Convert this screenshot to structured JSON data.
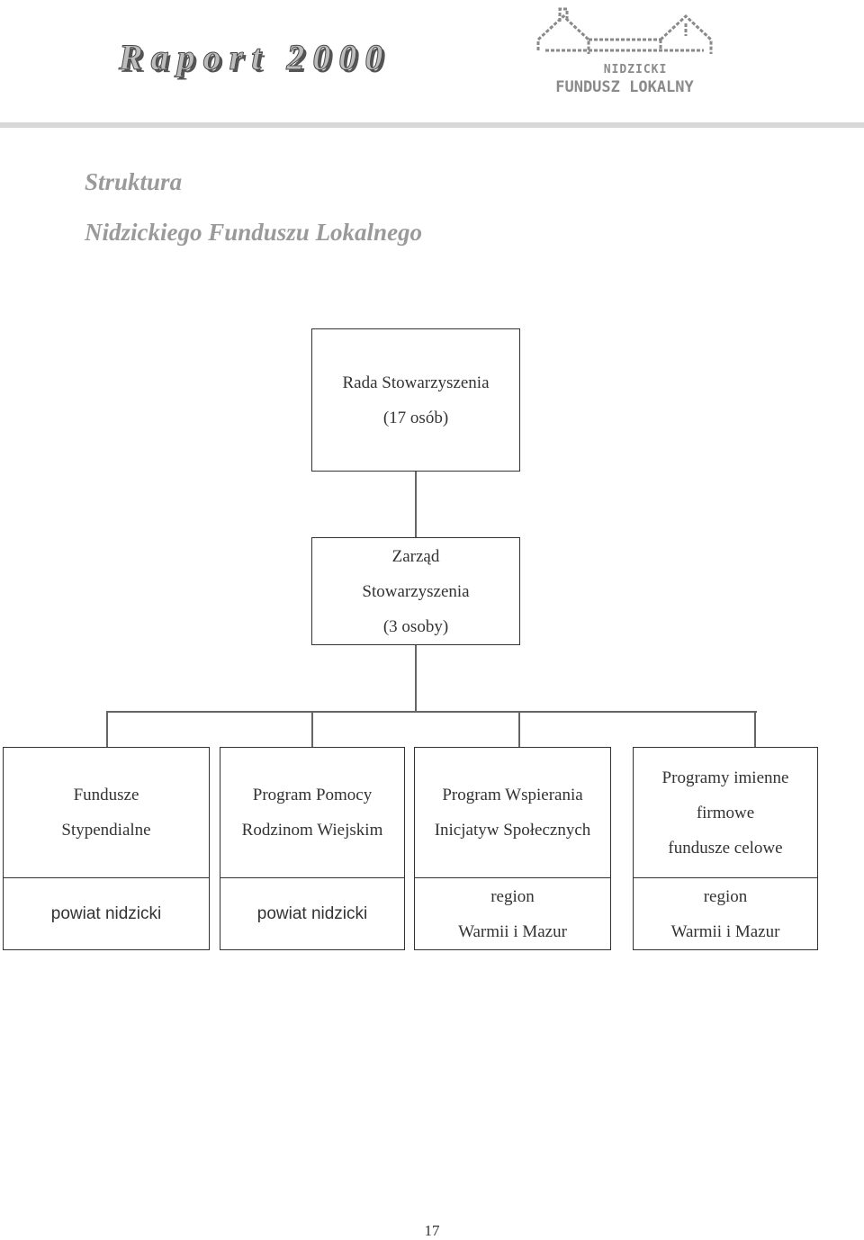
{
  "header": {
    "report_title": "Raport 2000",
    "logo": {
      "line1": "NIDZICKI",
      "line2": "FUNDUSZ LOKALNY"
    }
  },
  "heading": {
    "line1": "Struktura",
    "line2": "Nidzickiego Funduszu Lokalnego"
  },
  "org_chart": {
    "council": {
      "line1": "Rada Stowarzyszenia",
      "line2": "(17 osób)"
    },
    "board": {
      "line1": "Zarząd",
      "line2": "Stowarzyszenia",
      "line3": "(3 osoby)"
    },
    "programs": [
      {
        "line1": "Fundusze",
        "line2": "Stypendialne",
        "area": "powiat nidzicki"
      },
      {
        "line1": "Program Pomocy",
        "line2": "Rodzinom Wiejskim",
        "area": "powiat nidzicki"
      },
      {
        "line1": "Program Wspierania",
        "line2": "Inicjatyw Społecznych",
        "area_line1": "region",
        "area_line2": "Warmii i Mazur"
      },
      {
        "line1": "Programy imienne",
        "line2": "firmowe",
        "line3": "fundusze celowe",
        "area_line1": "region",
        "area_line2": "Warmii i Mazur"
      }
    ]
  },
  "footer": {
    "page_number": "17"
  }
}
